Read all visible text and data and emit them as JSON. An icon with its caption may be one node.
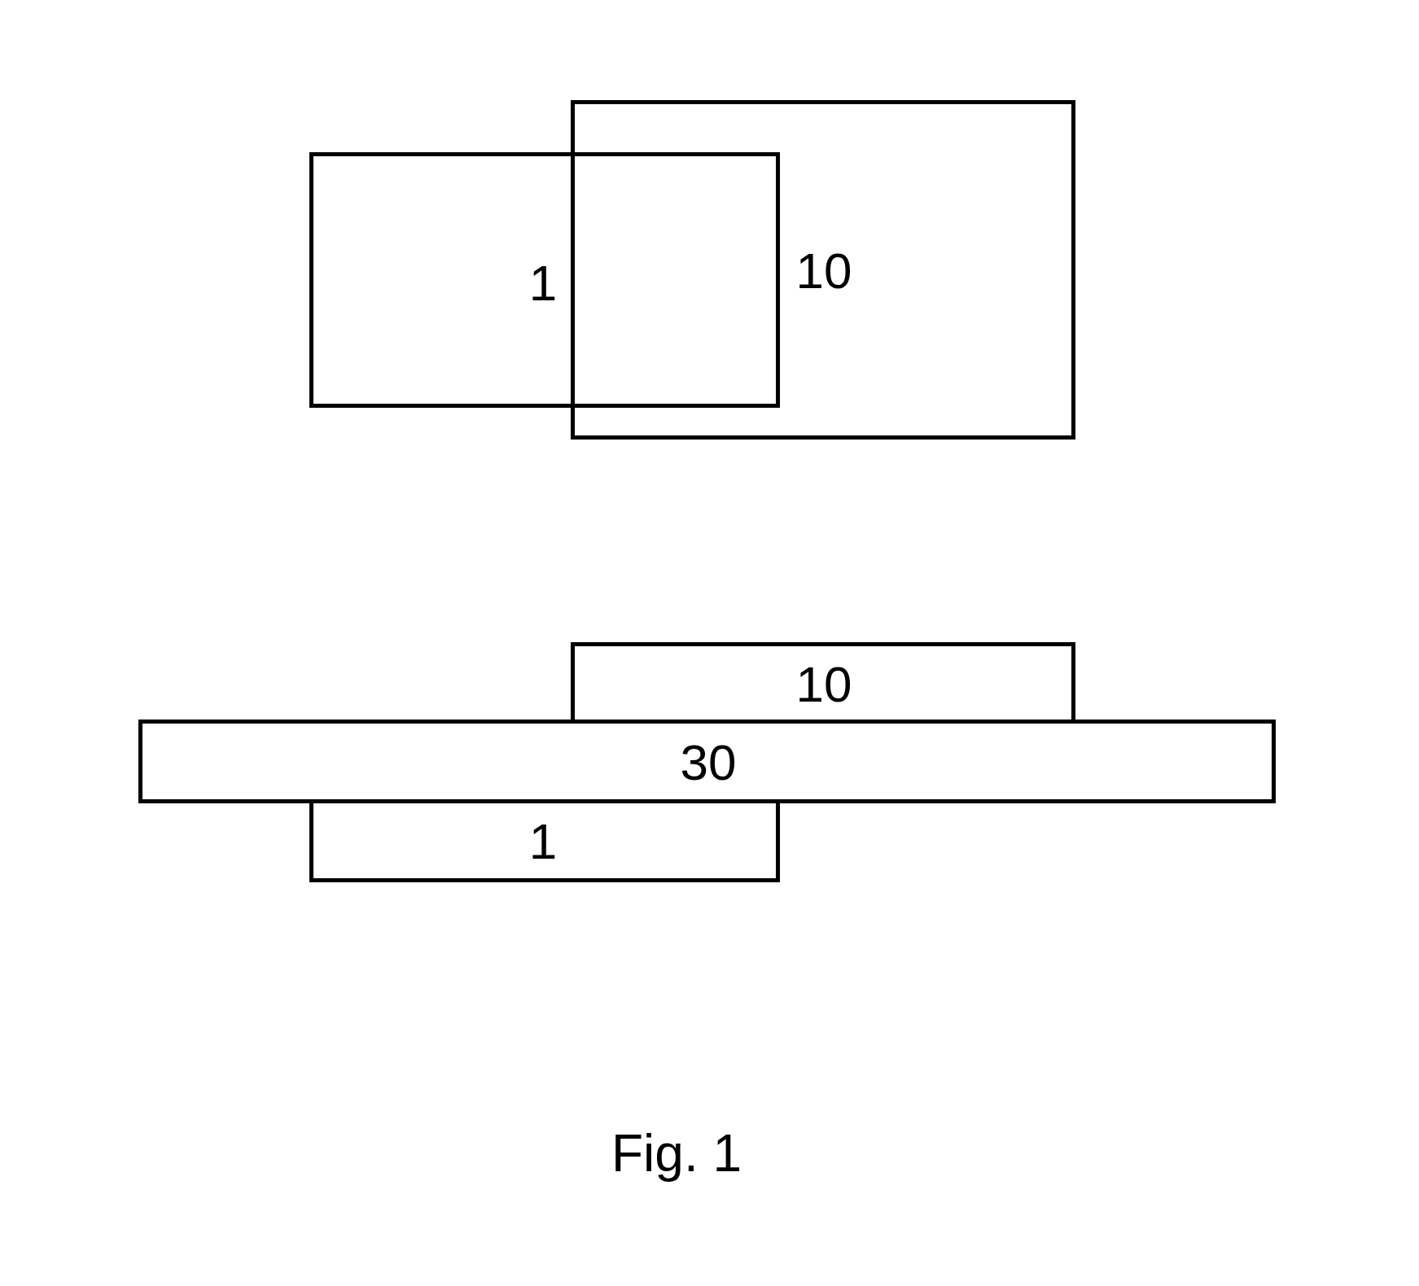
{
  "diagram": {
    "caption": "Fig. 1",
    "nodes": [
      {
        "text": [
          "1"
        ]
      },
      {
        "text": [
          "10"
        ]
      },
      {
        "text": [
          "10"
        ]
      },
      {
        "text": [
          "30"
        ]
      },
      {
        "text": [
          "1"
        ]
      }
    ]
  }
}
